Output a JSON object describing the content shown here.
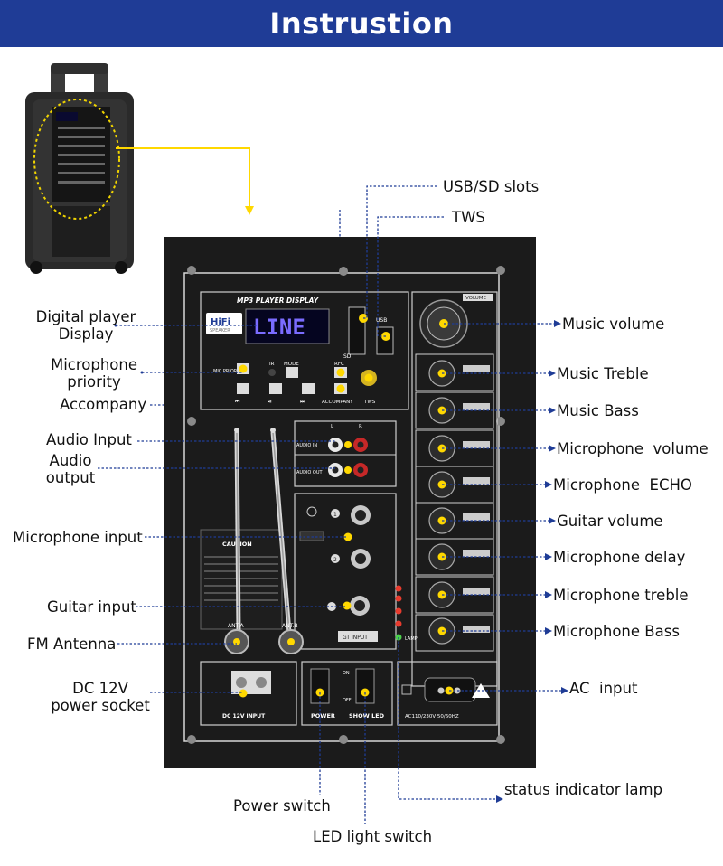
{
  "header": {
    "title": "Instrustion"
  },
  "labels": {
    "usb_sd": "USB/SD slots",
    "tws": "TWS",
    "digital_player_display": [
      "Digital player",
      "Display"
    ],
    "microphone_priority": [
      "Microphone",
      "priority"
    ],
    "accompany": "Accompany",
    "audio_input": "Audio Input",
    "audio_output": [
      "Audio",
      "output"
    ],
    "microphone_input": "Microphone input",
    "guitar_input": "Guitar input",
    "fm_antenna": "FM Antenna",
    "dc_power_socket": [
      "DC 12V",
      "power socket"
    ],
    "music_volume": "Music volume",
    "music_treble": "Music Treble",
    "music_bass": "Music Bass",
    "microphone_volume": "Microphone  volume",
    "microphone_echo": "Microphone  ECHO",
    "guitar_volume": "Guitar volume",
    "microphone_delay": "Microphone delay",
    "microphone_treble": "Microphone treble",
    "microphone_bass": "Microphone Bass",
    "ac_input": "AC  input",
    "status_lamp": "status indicator lamp",
    "power_switch": "Power switch",
    "led_switch": "LED light switch"
  },
  "panel": {
    "display_title": "MP3 PLAYER DISPLAY",
    "display_text": "LINE",
    "hifi": "HiFi",
    "hifi_sub": "SPEAKER",
    "mic_priority": "MIC PRIORITY",
    "ir": "IR",
    "mode": "MODE",
    "rfc": "RFC",
    "accompany": "ACCOMPANY",
    "tws": "TWS",
    "usb": "USB",
    "sd": "SD",
    "volume": "VOLUME",
    "audio_in": "AUDIO IN",
    "audio_out": "AUDIO OUT",
    "l": "L",
    "r": "R",
    "caution": "CAUTION",
    "gt_input": "GT INPUT",
    "ant_a": "ANT.A",
    "ant_b": "ANT.B",
    "dc_input": "DC 12V INPUT",
    "power": "POWER",
    "show_led": "SHOW LED",
    "on": "ON",
    "off": "OFF",
    "ac_rating": "AC110/230V 50/60HZ",
    "lamp": "LAMP",
    "mic_1": "1",
    "mic_2": "2"
  },
  "colors": {
    "header": "#1f3c96",
    "leader": "#1f3c96",
    "marker": "#ffd800",
    "panel": "#1b1b1b"
  }
}
